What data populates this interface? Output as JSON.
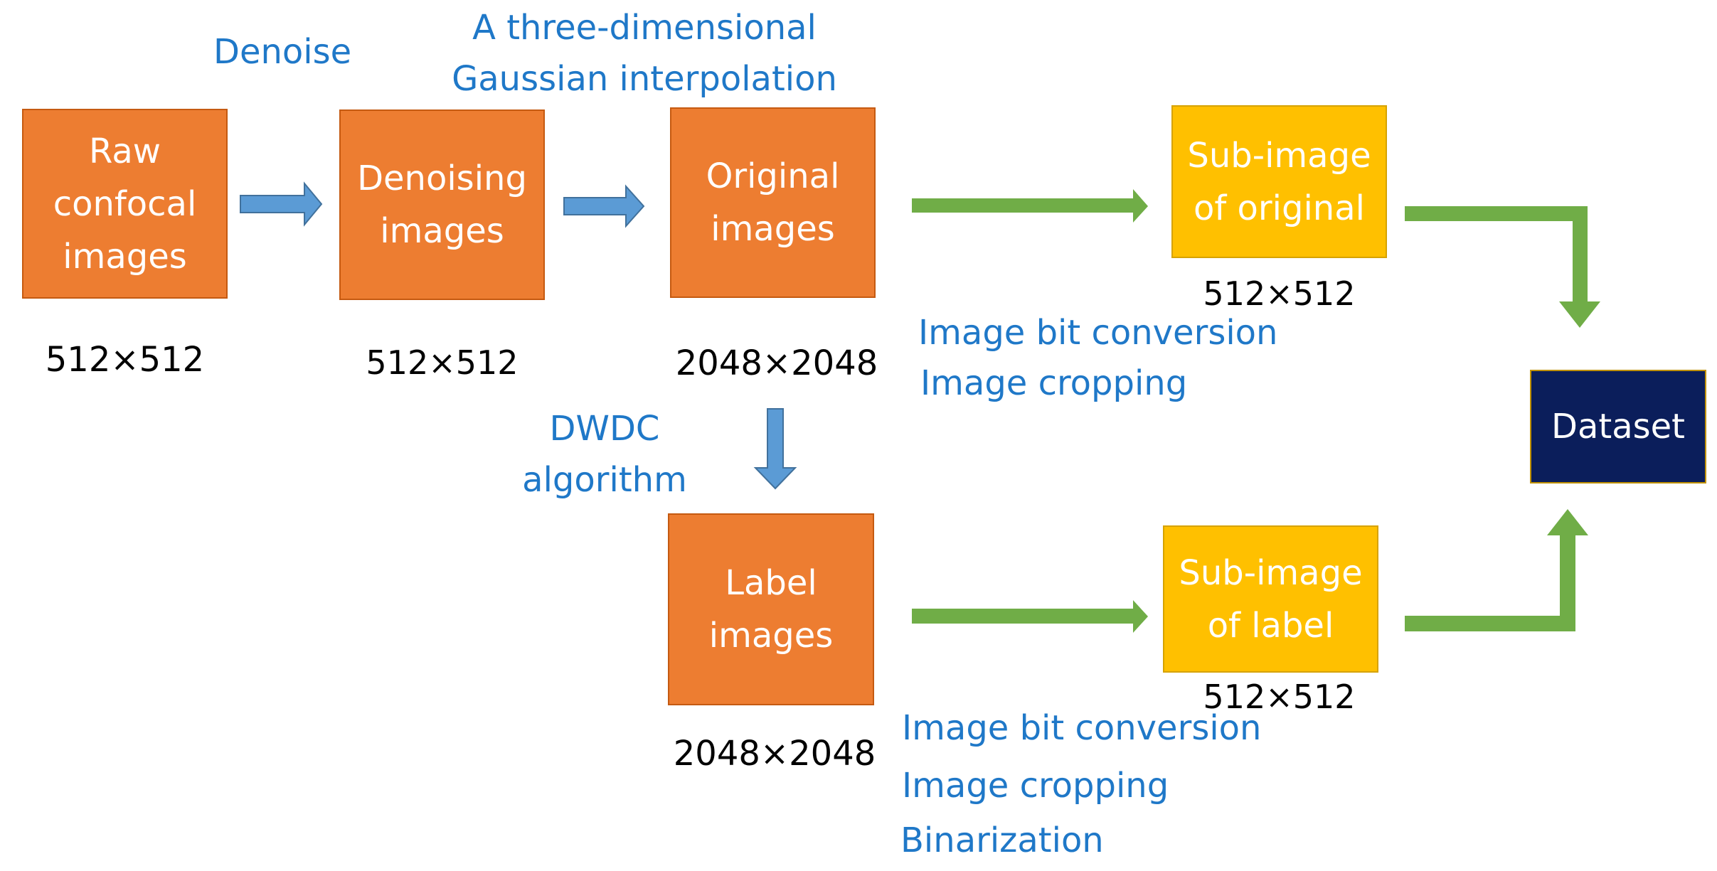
{
  "boxes": {
    "raw": "Raw\nconfocal\nimages",
    "denoising": "Denoising\nimages",
    "original": "Original\nimages",
    "label": "Label\nimages",
    "sub_original": "Sub-image\nof original",
    "sub_label": "Sub-image\nof label",
    "dataset": "Dataset"
  },
  "sizes": {
    "raw": "512×512",
    "denoising": "512×512",
    "original": "2048×2048",
    "label": "2048×2048",
    "sub_original": "512×512",
    "sub_label": "512×512"
  },
  "steps": {
    "denoise": "Denoise",
    "interp_1": "A three-dimensional",
    "interp_2": "Gaussian interpolation",
    "dwdc_1": "DWDC",
    "dwdc_2": "algorithm",
    "orig_conv": "Image bit conversion",
    "orig_crop": "Image  cropping",
    "label_conv": "Image bit conversion",
    "label_crop": "Image  cropping",
    "label_bin": "Binarization"
  },
  "colors": {
    "process_box": "#ED7D31",
    "sub_image_box": "#FFC000",
    "dataset_box": "#0B1E5B",
    "blue_arrow": "#5B9BD5",
    "green_arrow": "#70AD47",
    "step_text": "#1F78C8"
  }
}
